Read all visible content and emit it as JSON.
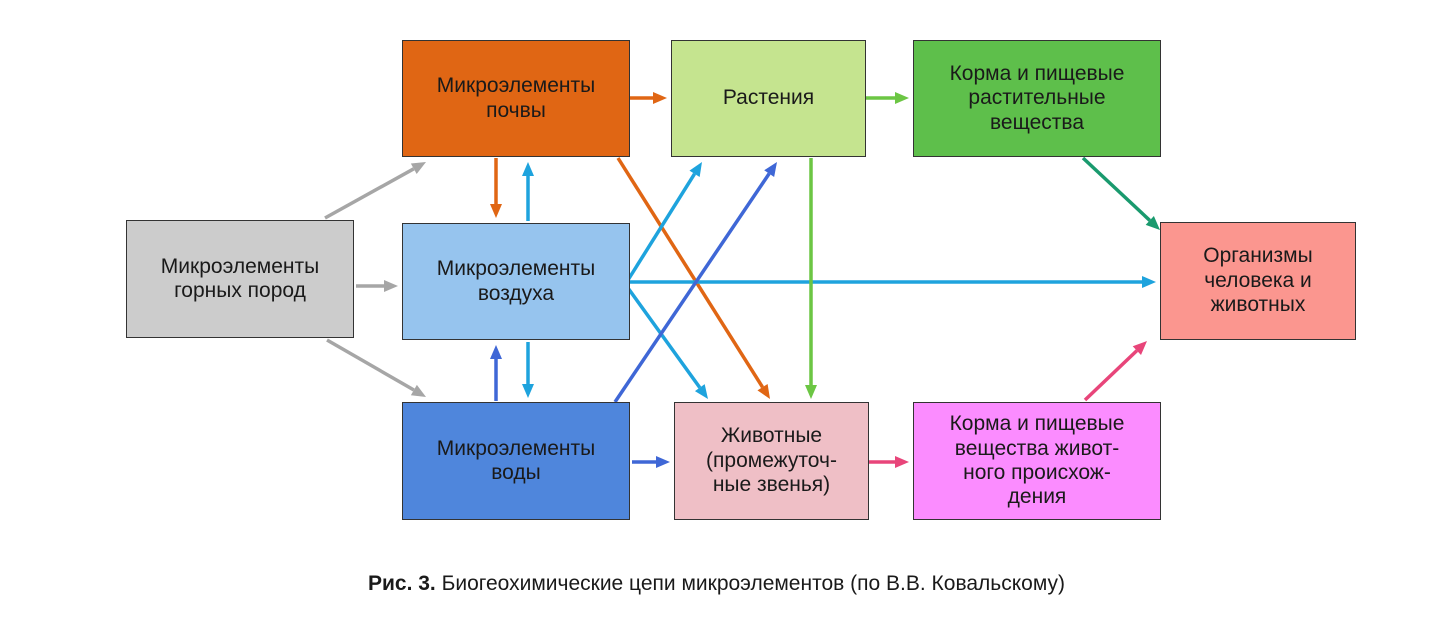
{
  "diagram": {
    "nodes": {
      "rocks": {
        "label": "Микроэлементы\nгорных пород",
        "color": "#cccccc"
      },
      "soil": {
        "label": "Микроэлементы\nпочвы",
        "color": "#e06614"
      },
      "air": {
        "label": "Микроэлементы\nвоздуха",
        "color": "#96c4ee"
      },
      "water": {
        "label": "Микроэлементы\nводы",
        "color": "#4f86dc"
      },
      "plants": {
        "label": "Растения",
        "color": "#c5e48f"
      },
      "animals": {
        "label": "Животные\n(промежуточ-\nные звенья)",
        "color": "#efbfc6"
      },
      "plantfeed": {
        "label": "Корма и пищевые\nрастительные\nвещества",
        "color": "#5ebf4b"
      },
      "animalfeed": {
        "label": "Корма и пищевые\nвещества живот-\nного происхож-\nдения",
        "color": "#fb8cff"
      },
      "organisms": {
        "label": "Организмы\nчеловека и\nживотных",
        "color": "#fb968f"
      }
    },
    "edges": [
      {
        "from": "rocks",
        "to": "soil",
        "color": "#a6a6a6"
      },
      {
        "from": "rocks",
        "to": "air",
        "color": "#a6a6a6"
      },
      {
        "from": "rocks",
        "to": "water",
        "color": "#a6a6a6"
      },
      {
        "from": "soil",
        "to": "plants",
        "color": "#e06614"
      },
      {
        "from": "soil",
        "to": "air",
        "color": "#e06614"
      },
      {
        "from": "soil",
        "to": "animals",
        "color": "#e06614"
      },
      {
        "from": "air",
        "to": "soil",
        "color": "#1ea3dd"
      },
      {
        "from": "air",
        "to": "water",
        "color": "#1ea3dd"
      },
      {
        "from": "air",
        "to": "plants",
        "color": "#1ea3dd"
      },
      {
        "from": "air",
        "to": "animals",
        "color": "#1ea3dd"
      },
      {
        "from": "air",
        "to": "organisms",
        "color": "#1ea3dd"
      },
      {
        "from": "water",
        "to": "air",
        "color": "#3f67d6"
      },
      {
        "from": "water",
        "to": "plants",
        "color": "#3f67d6"
      },
      {
        "from": "water",
        "to": "animals",
        "color": "#3f67d6"
      },
      {
        "from": "plants",
        "to": "plantfeed",
        "color": "#6cc644"
      },
      {
        "from": "plants",
        "to": "animals",
        "color": "#6cc644"
      },
      {
        "from": "plantfeed",
        "to": "organisms",
        "color": "#1a9a6e"
      },
      {
        "from": "animals",
        "to": "animalfeed",
        "color": "#e8457a"
      },
      {
        "from": "animalfeed",
        "to": "organisms",
        "color": "#e8457a"
      }
    ]
  },
  "caption": {
    "label": "Рис. 3.",
    "text": " Биогеохимические цепи микроэлементов (по В.В. Ковальскому)"
  }
}
